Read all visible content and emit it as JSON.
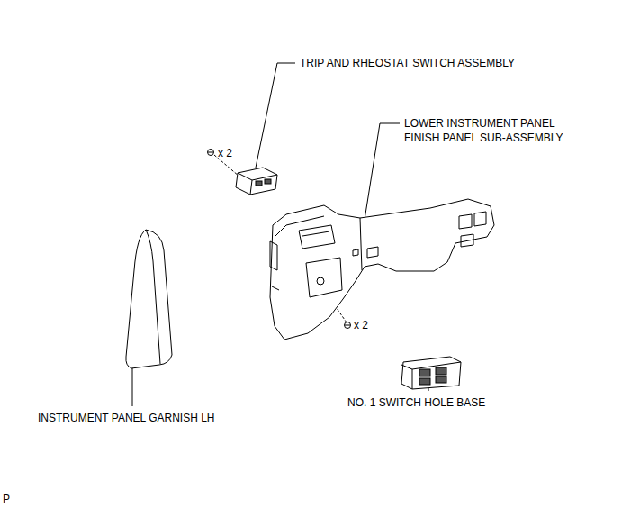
{
  "diagram": {
    "labels": [
      "TRIP AND RHEOSTAT SWITCH ASSEMBLY",
      "LOWER INSTRUMENT PANEL FINISH PANEL SUB-ASSEMBLY",
      "x 2",
      "x 2",
      "NO. 1 SWITCH HOLE BASE",
      "INSTRUMENT PANEL GARNISH LH",
      "P"
    ]
  }
}
